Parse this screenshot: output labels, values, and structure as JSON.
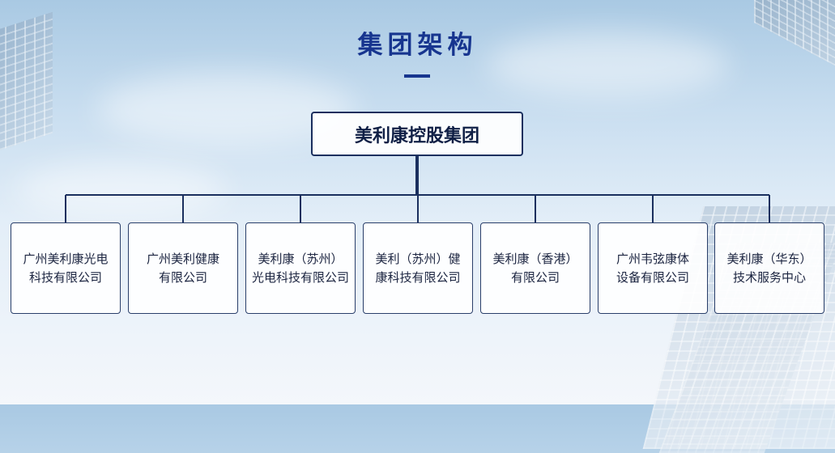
{
  "title": "集团架构",
  "org_chart": {
    "root": "美利康控股集团",
    "children": [
      "广州美利康光电\n科技有限公司",
      "广州美利健康\n有限公司",
      "美利康（苏州）\n光电科技有限公司",
      "美利（苏州）健\n康科技有限公司",
      "美利康（香港）\n有限公司",
      "广州韦弦康体\n设备有限公司",
      "美利康（华东）\n技术服务中心"
    ]
  },
  "colors": {
    "title": "#17358f",
    "line": "#1a2f5e",
    "box_border": "#2a3f6a"
  }
}
